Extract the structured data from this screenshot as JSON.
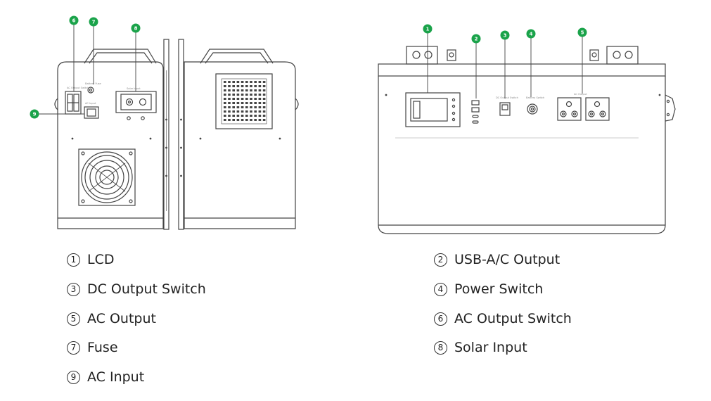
{
  "callouts": {
    "c1": "1",
    "c2": "2",
    "c3": "3",
    "c4": "4",
    "c5": "5",
    "c6": "6",
    "c7": "7",
    "c8": "8",
    "c9": "9"
  },
  "panel_labels": {
    "ac_output_switch": "AC Output Switch",
    "fuse": "Battery Fuse",
    "ac_input": "AC Input",
    "solar_input": "Solar Input",
    "dc_output_switch": "DC Output Switch",
    "power_switch": "Battery Switch",
    "ac_output": "AC Output"
  },
  "legend": [
    {
      "num": "1",
      "label": "LCD"
    },
    {
      "num": "2",
      "label": "USB-A/C Output"
    },
    {
      "num": "3",
      "label": "DC Output Switch"
    },
    {
      "num": "4",
      "label": "Power Switch"
    },
    {
      "num": "5",
      "label": "AC Output"
    },
    {
      "num": "6",
      "label": "AC Output Switch"
    },
    {
      "num": "7",
      "label": "Fuse"
    },
    {
      "num": "8",
      "label": "Solar Input"
    },
    {
      "num": "9",
      "label": "AC Input"
    }
  ],
  "colors": {
    "callout": "#1aa34a",
    "line": "#444444",
    "legend_text": "#222222"
  }
}
